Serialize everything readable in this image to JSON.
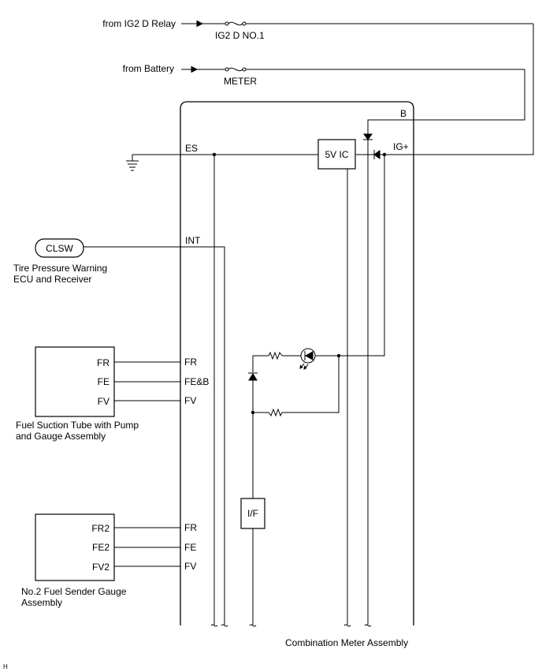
{
  "sources": {
    "ig2_relay": "from IG2 D Relay",
    "battery": "from Battery"
  },
  "fuses": {
    "ig2_fuse": "IG2 D NO.1",
    "meter_fuse": "METER"
  },
  "meter": {
    "name": "Combination Meter Assembly",
    "pin_b": "B",
    "pin_ig": "IG+",
    "pin_es": "ES",
    "pin_int": "INT",
    "pin_fr": "FR",
    "pin_feb": "FE&B",
    "pin_fv": "FV",
    "pin_fr_2": "FR",
    "pin_fe_2": "FE",
    "pin_fv_2": "FV",
    "ic_label": "5V IC",
    "if_label": "I/F"
  },
  "tpw_ecu": {
    "pin": "CLSW",
    "name_line1": "Tire Pressure Warning",
    "name_line2": "ECU and Receiver"
  },
  "fuel_suction": {
    "pin_fr": "FR",
    "pin_fe": "FE",
    "pin_fv": "FV",
    "name_line1": "Fuel Suction Tube with Pump",
    "name_line2": "and Gauge Assembly"
  },
  "sender2": {
    "pin_fr": "FR2",
    "pin_fe": "FE2",
    "pin_fv": "FV2",
    "name_line1": "No.2 Fuel Sender Gauge",
    "name_line2": "Assembly"
  },
  "corner_mark": "H"
}
